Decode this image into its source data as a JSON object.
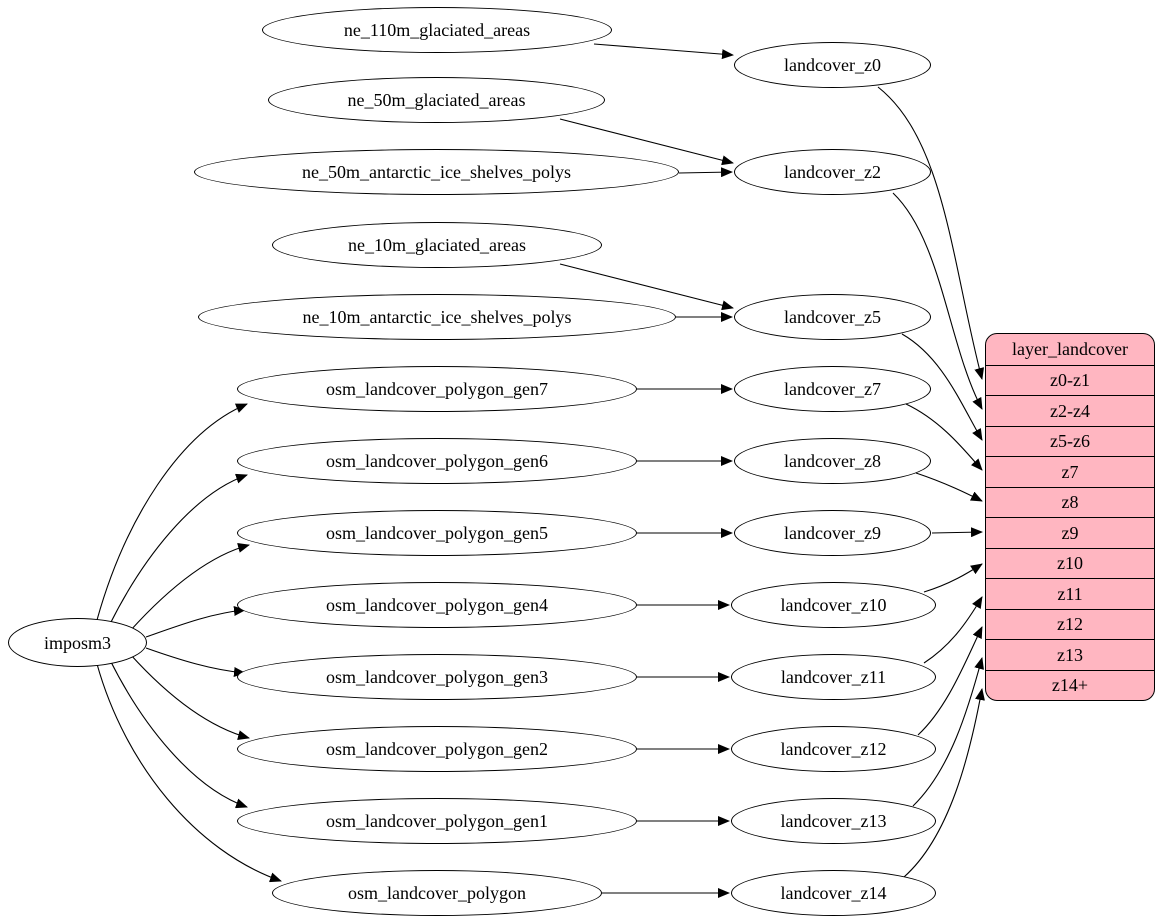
{
  "colors": {
    "background": "#ffffff",
    "node_fill": "#ffffff",
    "node_border": "#000000",
    "edge": "#000000",
    "table_fill": "#ffb6c1"
  },
  "nodes": {
    "imposm3": "imposm3",
    "ne_110m_glaciated_areas": "ne_110m_glaciated_areas",
    "ne_50m_glaciated_areas": "ne_50m_glaciated_areas",
    "ne_50m_antarctic_ice_shelves_polys": "ne_50m_antarctic_ice_shelves_polys",
    "ne_10m_glaciated_areas": "ne_10m_glaciated_areas",
    "ne_10m_antarctic_ice_shelves_polys": "ne_10m_antarctic_ice_shelves_polys",
    "osm_landcover_polygon_gen7": "osm_landcover_polygon_gen7",
    "osm_landcover_polygon_gen6": "osm_landcover_polygon_gen6",
    "osm_landcover_polygon_gen5": "osm_landcover_polygon_gen5",
    "osm_landcover_polygon_gen4": "osm_landcover_polygon_gen4",
    "osm_landcover_polygon_gen3": "osm_landcover_polygon_gen3",
    "osm_landcover_polygon_gen2": "osm_landcover_polygon_gen2",
    "osm_landcover_polygon_gen1": "osm_landcover_polygon_gen1",
    "osm_landcover_polygon": "osm_landcover_polygon",
    "landcover_z0": "landcover_z0",
    "landcover_z2": "landcover_z2",
    "landcover_z5": "landcover_z5",
    "landcover_z7": "landcover_z7",
    "landcover_z8": "landcover_z8",
    "landcover_z9": "landcover_z9",
    "landcover_z10": "landcover_z10",
    "landcover_z11": "landcover_z11",
    "landcover_z12": "landcover_z12",
    "landcover_z13": "landcover_z13",
    "landcover_z14": "landcover_z14"
  },
  "table": {
    "title": "layer_landcover",
    "rows": [
      "z0-z1",
      "z2-z4",
      "z5-z6",
      "z7",
      "z8",
      "z9",
      "z10",
      "z11",
      "z12",
      "z13",
      "z14+"
    ]
  },
  "edges": [
    {
      "from": "imposm3",
      "to": "osm_landcover_polygon_gen7"
    },
    {
      "from": "imposm3",
      "to": "osm_landcover_polygon_gen6"
    },
    {
      "from": "imposm3",
      "to": "osm_landcover_polygon_gen5"
    },
    {
      "from": "imposm3",
      "to": "osm_landcover_polygon_gen4"
    },
    {
      "from": "imposm3",
      "to": "osm_landcover_polygon_gen3"
    },
    {
      "from": "imposm3",
      "to": "osm_landcover_polygon_gen2"
    },
    {
      "from": "imposm3",
      "to": "osm_landcover_polygon_gen1"
    },
    {
      "from": "imposm3",
      "to": "osm_landcover_polygon"
    },
    {
      "from": "ne_110m_glaciated_areas",
      "to": "landcover_z0"
    },
    {
      "from": "ne_50m_glaciated_areas",
      "to": "landcover_z2"
    },
    {
      "from": "ne_50m_antarctic_ice_shelves_polys",
      "to": "landcover_z2"
    },
    {
      "from": "ne_10m_glaciated_areas",
      "to": "landcover_z5"
    },
    {
      "from": "ne_10m_antarctic_ice_shelves_polys",
      "to": "landcover_z5"
    },
    {
      "from": "osm_landcover_polygon_gen7",
      "to": "landcover_z7"
    },
    {
      "from": "osm_landcover_polygon_gen6",
      "to": "landcover_z8"
    },
    {
      "from": "osm_landcover_polygon_gen5",
      "to": "landcover_z9"
    },
    {
      "from": "osm_landcover_polygon_gen4",
      "to": "landcover_z10"
    },
    {
      "from": "osm_landcover_polygon_gen3",
      "to": "landcover_z11"
    },
    {
      "from": "osm_landcover_polygon_gen2",
      "to": "landcover_z12"
    },
    {
      "from": "osm_landcover_polygon_gen1",
      "to": "landcover_z13"
    },
    {
      "from": "osm_landcover_polygon",
      "to": "landcover_z14"
    },
    {
      "from": "landcover_z0",
      "to": "layer_landcover.z0-z1"
    },
    {
      "from": "landcover_z2",
      "to": "layer_landcover.z2-z4"
    },
    {
      "from": "landcover_z5",
      "to": "layer_landcover.z5-z6"
    },
    {
      "from": "landcover_z7",
      "to": "layer_landcover.z7"
    },
    {
      "from": "landcover_z8",
      "to": "layer_landcover.z8"
    },
    {
      "from": "landcover_z9",
      "to": "layer_landcover.z9"
    },
    {
      "from": "landcover_z10",
      "to": "layer_landcover.z10"
    },
    {
      "from": "landcover_z11",
      "to": "layer_landcover.z11"
    },
    {
      "from": "landcover_z12",
      "to": "layer_landcover.z12"
    },
    {
      "from": "landcover_z13",
      "to": "layer_landcover.z13"
    },
    {
      "from": "landcover_z14",
      "to": "layer_landcover.z14+"
    }
  ]
}
